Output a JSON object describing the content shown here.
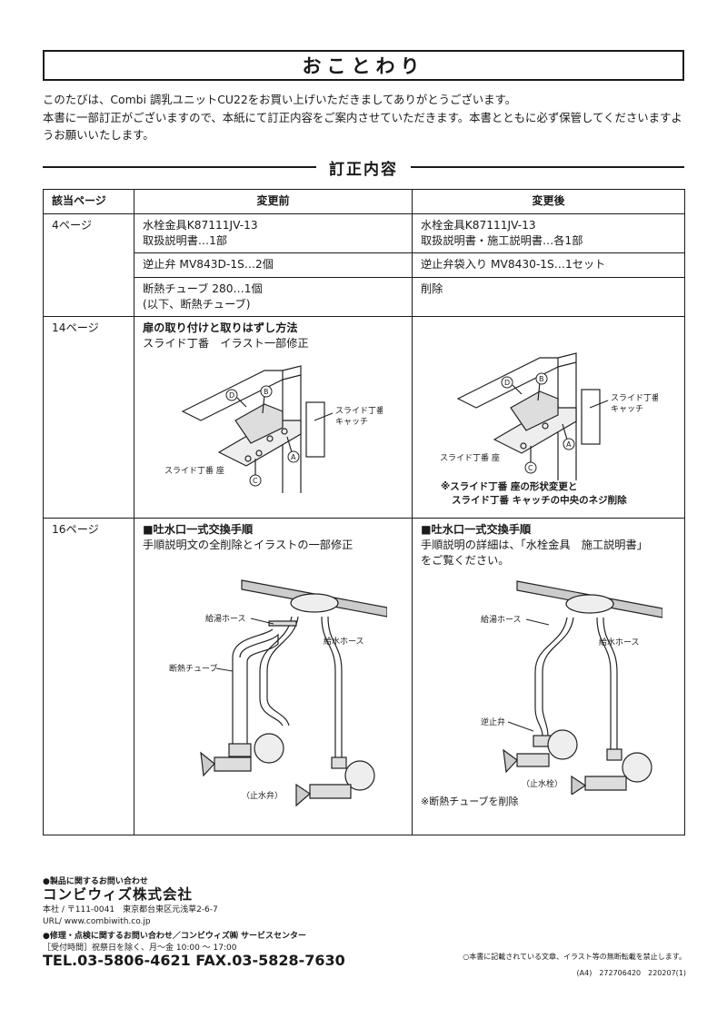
{
  "title": "おことわり",
  "intro": [
    "このたびは、Combi 調乳ユニットCU22をお買い上げいただきましてありがとうございます。",
    "本書に一部訂正がございますので、本紙にて訂正内容をご案内させていただきます。本書とともに必ず保管してくださいますようお願いいたします。"
  ],
  "section_title": "訂正内容",
  "table": {
    "headers": {
      "page": "該当ページ",
      "before": "変更前",
      "after": "変更後"
    },
    "p4": {
      "page": "4ページ",
      "r1_before": [
        "水栓金具K87111JV-13",
        "取扱説明書…1部"
      ],
      "r1_after": [
        "水栓金具K87111JV-13",
        "取扱説明書・施工説明書…各1部"
      ],
      "r2_before": "逆止弁 MV843D-1S…2個",
      "r2_after": "逆止弁袋入り MV8430-1S…1セット",
      "r3_before": [
        "断熱チューブ 280…1個",
        "(以下、断熱チューブ)"
      ],
      "r3_after": "削除"
    },
    "p14": {
      "page": "14ページ",
      "heading": "扉の取り付けと取りはずし方法",
      "sub": "スライド丁番　イラスト一部修正",
      "labels": {
        "catch": [
          "スライド丁番",
          "キャッチ"
        ],
        "seat": "スライド丁番 座",
        "a": "A",
        "b": "B",
        "c": "C",
        "d": "D"
      },
      "note": [
        "※スライド丁番 座の形状変更と",
        "スライド丁番 キャッチの中央のネジ削除"
      ]
    },
    "p16": {
      "page": "16ページ",
      "before_heading": "■吐水口一式交換手順",
      "before_sub": "手順説明文の全削除とイラストの一部修正",
      "after_heading": "■吐水口一式交換手順",
      "after_sub": [
        "手順説明の詳細は、「水栓金具　施工説明書」",
        "をご覧ください。"
      ],
      "labels_before": {
        "hot": "給湯ホース",
        "cold": "給水ホース",
        "tube": "断熱チューブ",
        "valve": "（止水弁）"
      },
      "labels_after": {
        "hot": "給湯ホース",
        "cold": "給水ホース",
        "check": "逆止弁",
        "valve": "（止水栓）"
      },
      "note": "※断熱チューブを削除"
    }
  },
  "footer": {
    "product_inquiry": "●製品に関するお問い合わせ",
    "company": "コンビウィズ株式会社",
    "address": "本社 / 〒111-0041　東京都台東区元浅草2-6-7",
    "url": "URL/ www.combiwith.co.jp",
    "repair_inquiry": "●修理・点検に関するお問い合わせ／コンビウィズ㈱ サービスセンター",
    "hours": "［受付時間］祝祭日を除く、月～金 10:00 ～ 17:00",
    "tel": "TEL.03-5806-4621 FAX.03-5828-7630",
    "copyright": "○本書に記載されている文章、イラスト等の無断転載を禁止します。",
    "code": "(A4)　272706420　220207(1)"
  }
}
